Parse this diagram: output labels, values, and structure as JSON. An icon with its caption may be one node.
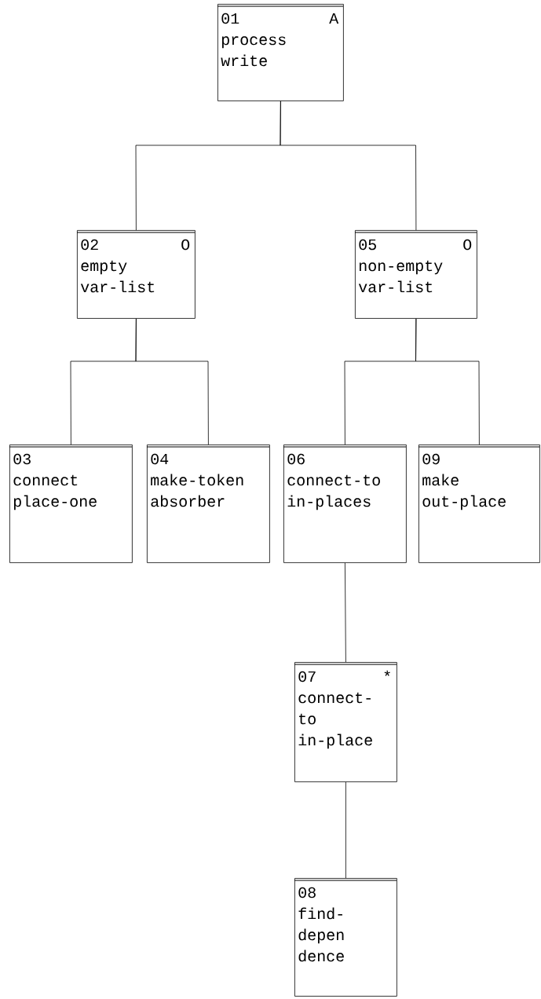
{
  "diagram": {
    "nodes": [
      {
        "text": [
          "01",
          "A",
          "process write"
        ]
      },
      {
        "text": [
          "02",
          "O",
          "empty var-list"
        ]
      },
      {
        "text": [
          "03",
          "connect place-one"
        ]
      },
      {
        "text": [
          "04",
          "make-token absorber"
        ]
      },
      {
        "text": [
          "05",
          "O",
          "non-empty var-list"
        ]
      },
      {
        "text": [
          "06",
          "connect-to in-places"
        ]
      },
      {
        "text": [
          "07",
          "*",
          "connect-to in-place"
        ]
      },
      {
        "text": [
          "08",
          "find-depen dence"
        ]
      },
      {
        "text": [
          "09",
          "make out-place"
        ]
      }
    ],
    "edges": [
      {
        "from": 0,
        "to": 1,
        "arrow": "none"
      },
      {
        "from": 0,
        "to": 4,
        "arrow": "none"
      },
      {
        "from": 1,
        "to": 2,
        "arrow": "none"
      },
      {
        "from": 1,
        "to": 3,
        "arrow": "none"
      },
      {
        "from": 4,
        "to": 5,
        "arrow": "none"
      },
      {
        "from": 4,
        "to": 8,
        "arrow": "none"
      },
      {
        "from": 5,
        "to": 6,
        "arrow": "none"
      },
      {
        "from": 6,
        "to": 7,
        "arrow": "none"
      }
    ]
  }
}
